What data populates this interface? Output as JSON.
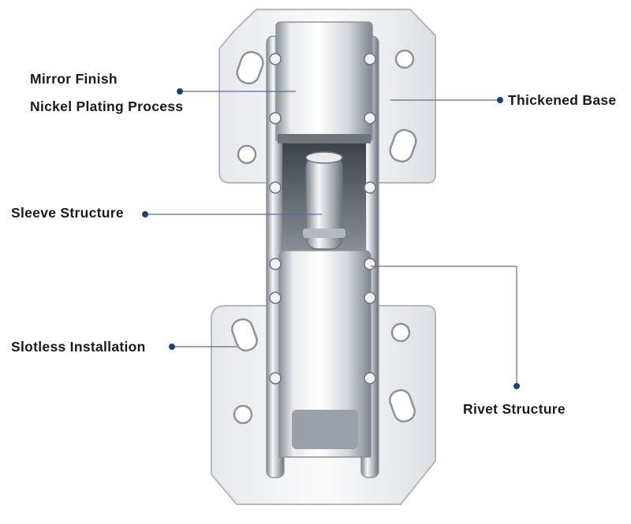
{
  "labels": {
    "mirror_finish": "Mirror Finish",
    "nickel_plating": "Nickel Plating Process",
    "thickened_base": "Thickened Base",
    "sleeve_structure": "Sleeve Structure",
    "slotless_installation": "Slotless Installation",
    "rivet_structure": "Rivet Structure"
  },
  "colors": {
    "leader": "#5b6f9c",
    "dot": "#1f3f7a",
    "metal_light": "#f4f5f7",
    "metal_mid": "#c9ccd2",
    "metal_dark": "#7e838c",
    "metal_edge": "#9aa0a8"
  }
}
